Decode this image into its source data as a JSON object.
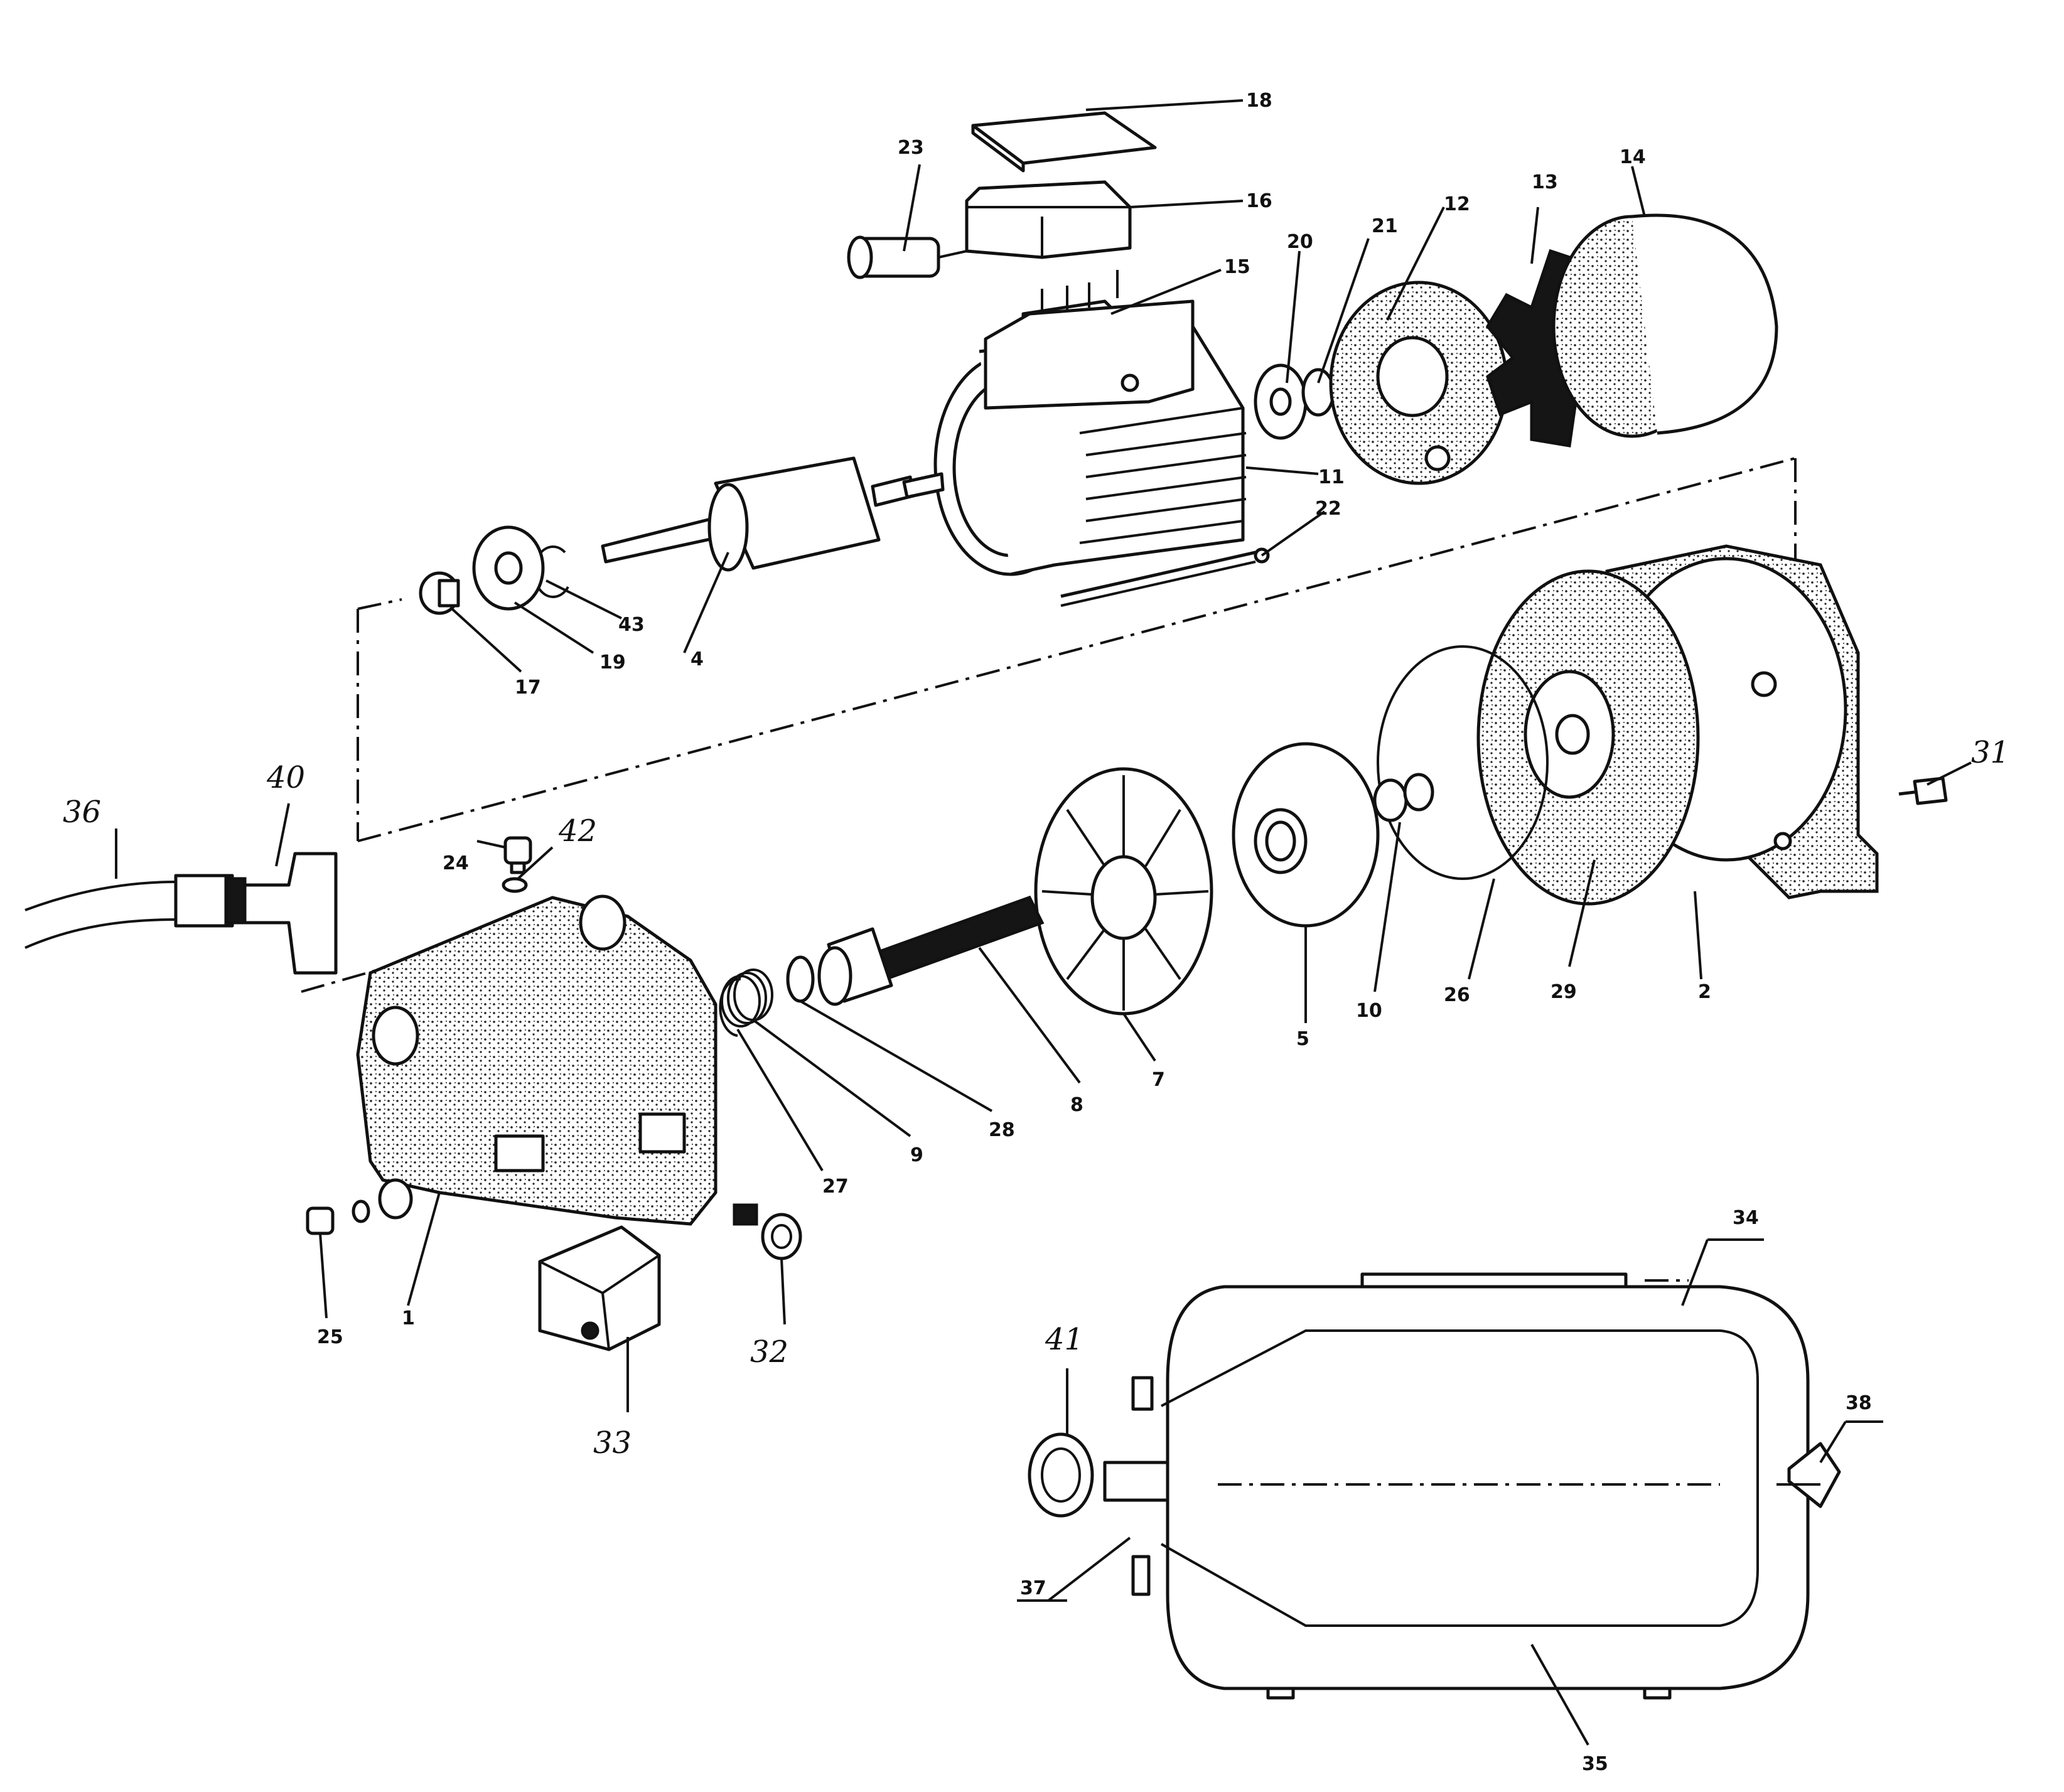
{
  "labels": {
    "l1": "1",
    "l2": "2",
    "l4": "4",
    "l5": "5",
    "l7": "7",
    "l8": "8",
    "l9": "9",
    "l10": "10",
    "l11": "11",
    "l12": "12",
    "l13": "13",
    "l14": "14",
    "l15": "15",
    "l16": "16",
    "l17": "17",
    "l18": "18",
    "l19": "19",
    "l20": "20",
    "l21": "21",
    "l22": "22",
    "l23": "23",
    "l24": "24",
    "l25": "25",
    "l26": "26",
    "l27": "27",
    "l28": "28",
    "l29": "29",
    "l31": "31",
    "l32": "32",
    "l33": "33",
    "l34": "34",
    "l35": "35",
    "l36": "36",
    "l37": "37",
    "l38": "38",
    "l40": "40",
    "l41": "41",
    "l42": "42",
    "l43": "43"
  }
}
